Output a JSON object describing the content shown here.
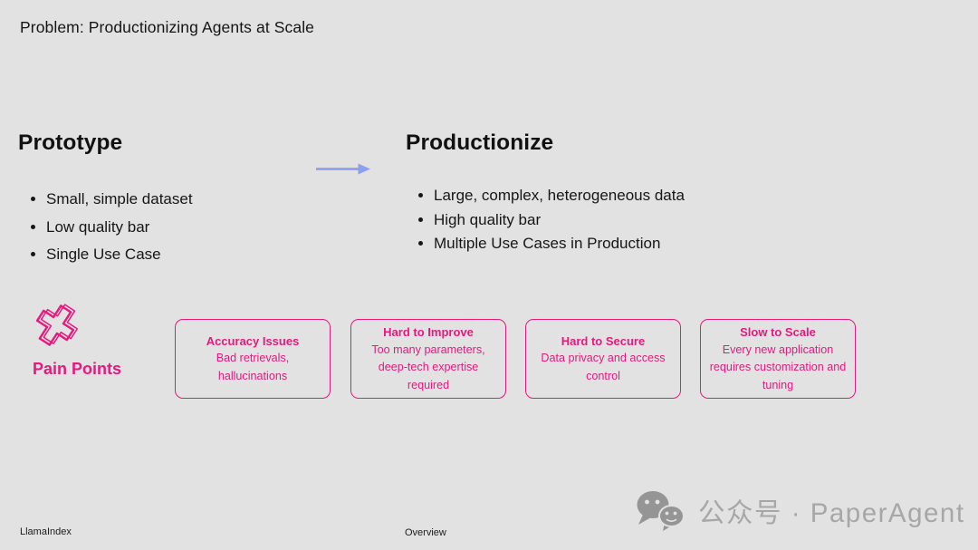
{
  "slide": {
    "title": "Problem: Productionizing Agents at Scale",
    "prototype": {
      "heading": "Prototype",
      "bullets": [
        "Small, simple dataset",
        "Low quality bar",
        "Single Use Case"
      ]
    },
    "productionize": {
      "heading": "Productionize",
      "bullets": [
        "Large, complex, heterogeneous data",
        "High quality bar",
        "Multiple Use Cases in Production"
      ]
    },
    "pain_points": {
      "label": "Pain Points",
      "icon": "cross-sparkle-icon",
      "cards": [
        {
          "title": "Accuracy Issues",
          "body": "Bad retrievals, hallucinations"
        },
        {
          "title": "Hard to Improve",
          "body": "Too many parameters, deep-tech expertise required"
        },
        {
          "title": "Hard to Secure",
          "body": "Data privacy and access control"
        },
        {
          "title": "Slow to Scale",
          "body": "Every new application requires customization and tuning"
        }
      ]
    },
    "footer": {
      "brand": "LlamaIndex",
      "section": "Overview"
    },
    "watermark": {
      "icon": "wechat-icon",
      "text": "公众号 · PaperAgent"
    },
    "colors": {
      "background": "#e2e2e3",
      "accent_pink": "#e8187d",
      "arrow_blue": "#8ca0ee",
      "text_dark": "#151515",
      "watermark_gray": "#a2a2a2"
    }
  }
}
